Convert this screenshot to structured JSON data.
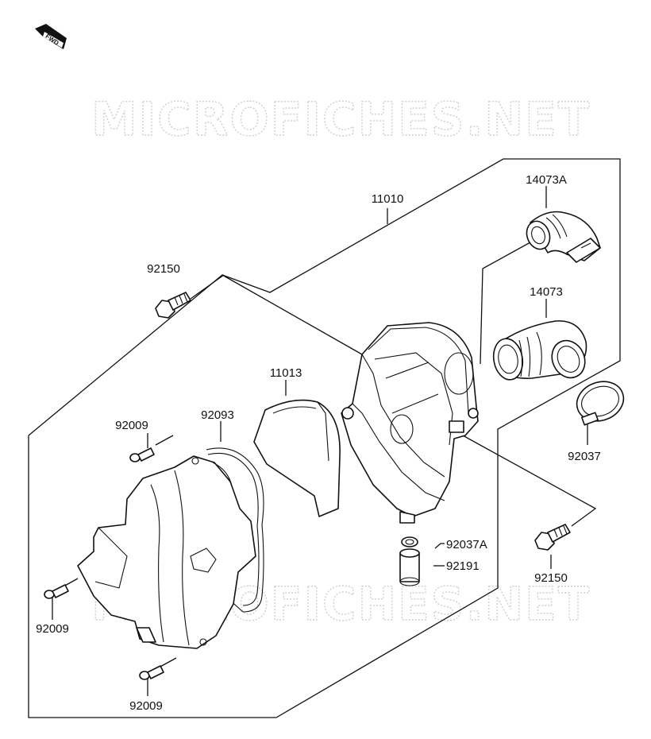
{
  "diagram": {
    "fwd_label": "FWD",
    "watermark_top": "MICROFICHES.NET",
    "watermark_bottom": "MICROFICHES.NET",
    "parts": {
      "p11010": "11010",
      "p14073A": "14073A",
      "p14073": "14073",
      "p92150_top": "92150",
      "p11013": "11013",
      "p92093": "92093",
      "p92009_top": "92009",
      "p92037": "92037",
      "p92037A": "92037A",
      "p92191": "92191",
      "p92150_right": "92150",
      "p92009_left": "92009",
      "p92009_bottom": "92009"
    }
  }
}
